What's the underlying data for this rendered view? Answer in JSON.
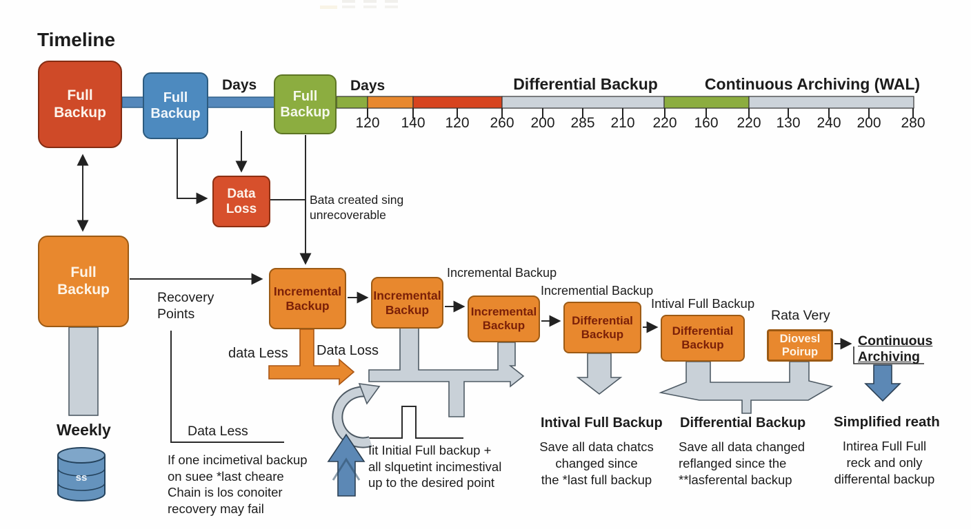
{
  "title": "Timeline",
  "colors": {
    "red": "#cf4a28",
    "blue": "#4d8abf",
    "green": "#8cad40",
    "orange": "#e8882e",
    "gray": "#c9d1d8",
    "arrow_blue": "#5c88b5"
  },
  "timeline": {
    "box1": "Full\nBackup",
    "box2": "Full\nBackup",
    "box3": "Full\nBackup",
    "days1": "Days",
    "days2": "Days",
    "differential_heading": "Differential Backup",
    "wal_heading": "Continuous Archiving (WAL)",
    "ticks": [
      "120",
      "140",
      "120",
      "260",
      "200",
      "285",
      "210",
      "220",
      "160",
      "220",
      "130",
      "240",
      "200",
      "280"
    ]
  },
  "left": {
    "full_backup": "Full\nBackup",
    "weekly": "Weekly",
    "db_label": "ss",
    "recovery_points": "Recovery\nPoints",
    "data_less_heading": "Data Less",
    "warning": "If one incimetival backup\non suee *last cheare\nChain is los conoiter\nrecovery may fail"
  },
  "mid": {
    "data_loss_box": "Data\nLoss",
    "unrecoverable": "Bata created sing\nunrecoverable",
    "data_less": "data Less",
    "data_loss": "Data Loss"
  },
  "chain": {
    "inc1": "Incremental\nBackup",
    "inc2": "Incremental\nBackup",
    "inc3": "Incremental\nBackup",
    "inc_label_top": "Incremental Backup",
    "inc_label_2": "Incremential Backup",
    "diff1": "Differential\nBackup",
    "diff2": "Differential\nBackup",
    "intival_label": "Intival Full Backup",
    "rata_very": "Rata Very",
    "recovery_box": "Diovesl\nPoirup",
    "continuous": "Continuous\nArchiving"
  },
  "bottom": {
    "restore_note": "Iit Initial Full backup +\nall slquetint incimestival\nup to the desired point",
    "col1_heading": "Intival Full Backup",
    "col1_text": "Save all data chatcs\nchanged since\nthe *last full backup",
    "col2_heading": "Differential Backup",
    "col2_text": "Save all data changed\nreflanged since the\n**lasferental backup",
    "col3_heading": "Simplified reath",
    "col3_text": "Intirea Full Full\nreck and only\ndifferental backup"
  }
}
